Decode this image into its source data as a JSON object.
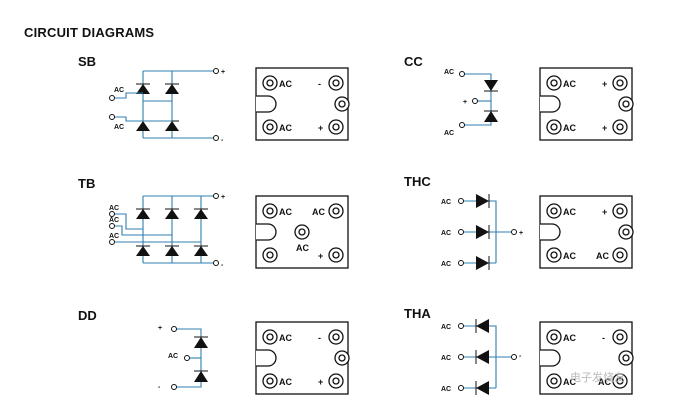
{
  "page_title": "CIRCUIT DIAGRAMS",
  "diagrams": {
    "sb": {
      "title": "SB",
      "ac1": "AC",
      "ac2": "AC",
      "plus": "+",
      "minus": "-",
      "pkg": {
        "tl": "AC",
        "tr": "-",
        "bl": "AC",
        "br": "+"
      }
    },
    "cc": {
      "title": "CC",
      "ac1": "AC",
      "ac2": "AC",
      "plus": "+",
      "pkg": {
        "tl": "AC",
        "tr": "+",
        "bl": "AC",
        "br": "+"
      }
    },
    "tb": {
      "title": "TB",
      "ac1": "AC",
      "ac2": "AC",
      "ac3": "AC",
      "plus": "+",
      "minus": "-",
      "pkg": {
        "tl": "AC",
        "tr": "AC",
        "mid": "AC",
        "br": "+"
      }
    },
    "thc": {
      "title": "THC",
      "ac1": "AC",
      "ac2": "AC",
      "ac3": "AC",
      "plus": "+",
      "pkg": {
        "tl": "AC",
        "tr": "+",
        "bl": "AC",
        "br": "AC"
      }
    },
    "dd": {
      "title": "DD",
      "ac": "AC",
      "plus": "+",
      "minus": "-",
      "pkg": {
        "tl": "AC",
        "tr": "-",
        "bl": "AC",
        "br": "+"
      }
    },
    "tha": {
      "title": "THA",
      "ac1": "AC",
      "ac2": "AC",
      "ac3": "AC",
      "minus": "-",
      "pkg": {
        "tl": "AC",
        "tr": "-",
        "bl": "AC",
        "br": "AC"
      }
    }
  },
  "watermark": "电子发烧友"
}
